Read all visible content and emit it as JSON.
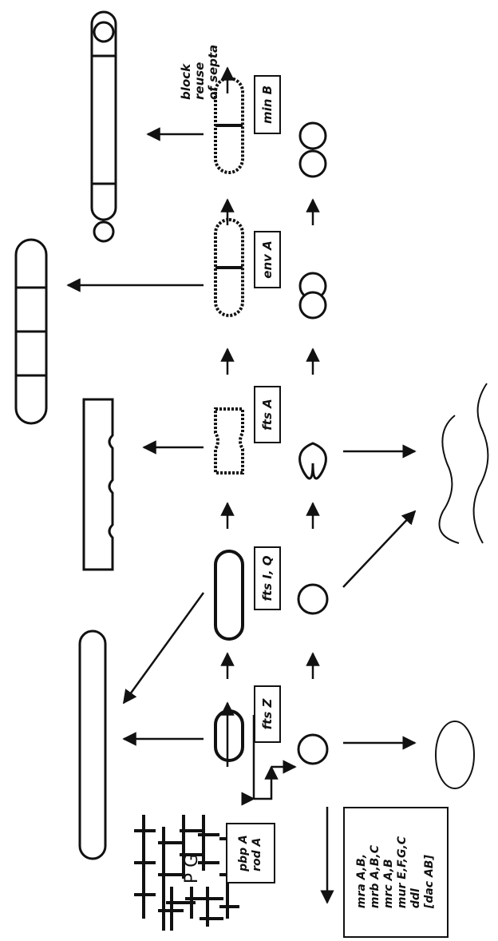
{
  "labels": {
    "mutants": [
      "fts Z",
      "fts I, Q",
      "fts A",
      "env A",
      "min B"
    ],
    "pbp_rod": [
      "pbp A",
      "rod A"
    ],
    "synthesis_genes": [
      "mra A,B,",
      "mrb A,B,C",
      "mrc A,B",
      "mur E,F,G,C",
      "ddl",
      "[dac AB]"
    ],
    "pg": "P G",
    "block_note": [
      "block",
      "reuse",
      "of septa"
    ]
  }
}
